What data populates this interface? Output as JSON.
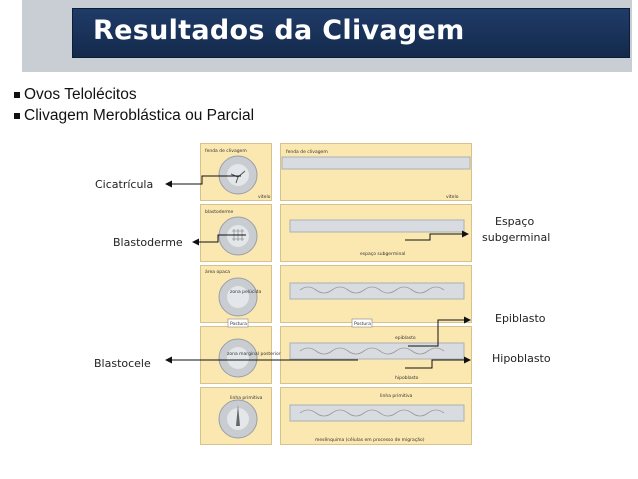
{
  "title": "Resultados da Clivagem",
  "bullets": [
    "Ovos Telolécitos",
    "Clivagem Meroblástica ou Parcial"
  ],
  "labels": {
    "cicatricula": "Cicatrícula",
    "blastoderme": "Blastoderme",
    "blastocele": "Blastocele",
    "espaco_line1": "Espaço",
    "espaco_line2": "subgerminal",
    "epiblasto": "Epiblasto",
    "hipoblasto": "Hipoblasto"
  },
  "figure_small_text": {
    "fenda_clivagem": "fenda de clivagem",
    "vitelo": "vitelo",
    "blastoderme": "blastoderme",
    "area_opaca": "área opaca",
    "zona_pelucida": "zona pelúcida",
    "espaco_subgerminal": "espaço subgerminal",
    "postura": "Postura",
    "zona_marginal": "zona marginal posterior",
    "epiblasto": "epiblasto",
    "hipoblasto": "hipoblasto",
    "linha_primitiva": "linha primitiva",
    "mesenquima": "mesênquima (células em processo de migração)"
  },
  "colors": {
    "title_bg": "#1a3560",
    "yolk": "#fbe7b0",
    "disc": "#c9ccd0"
  }
}
